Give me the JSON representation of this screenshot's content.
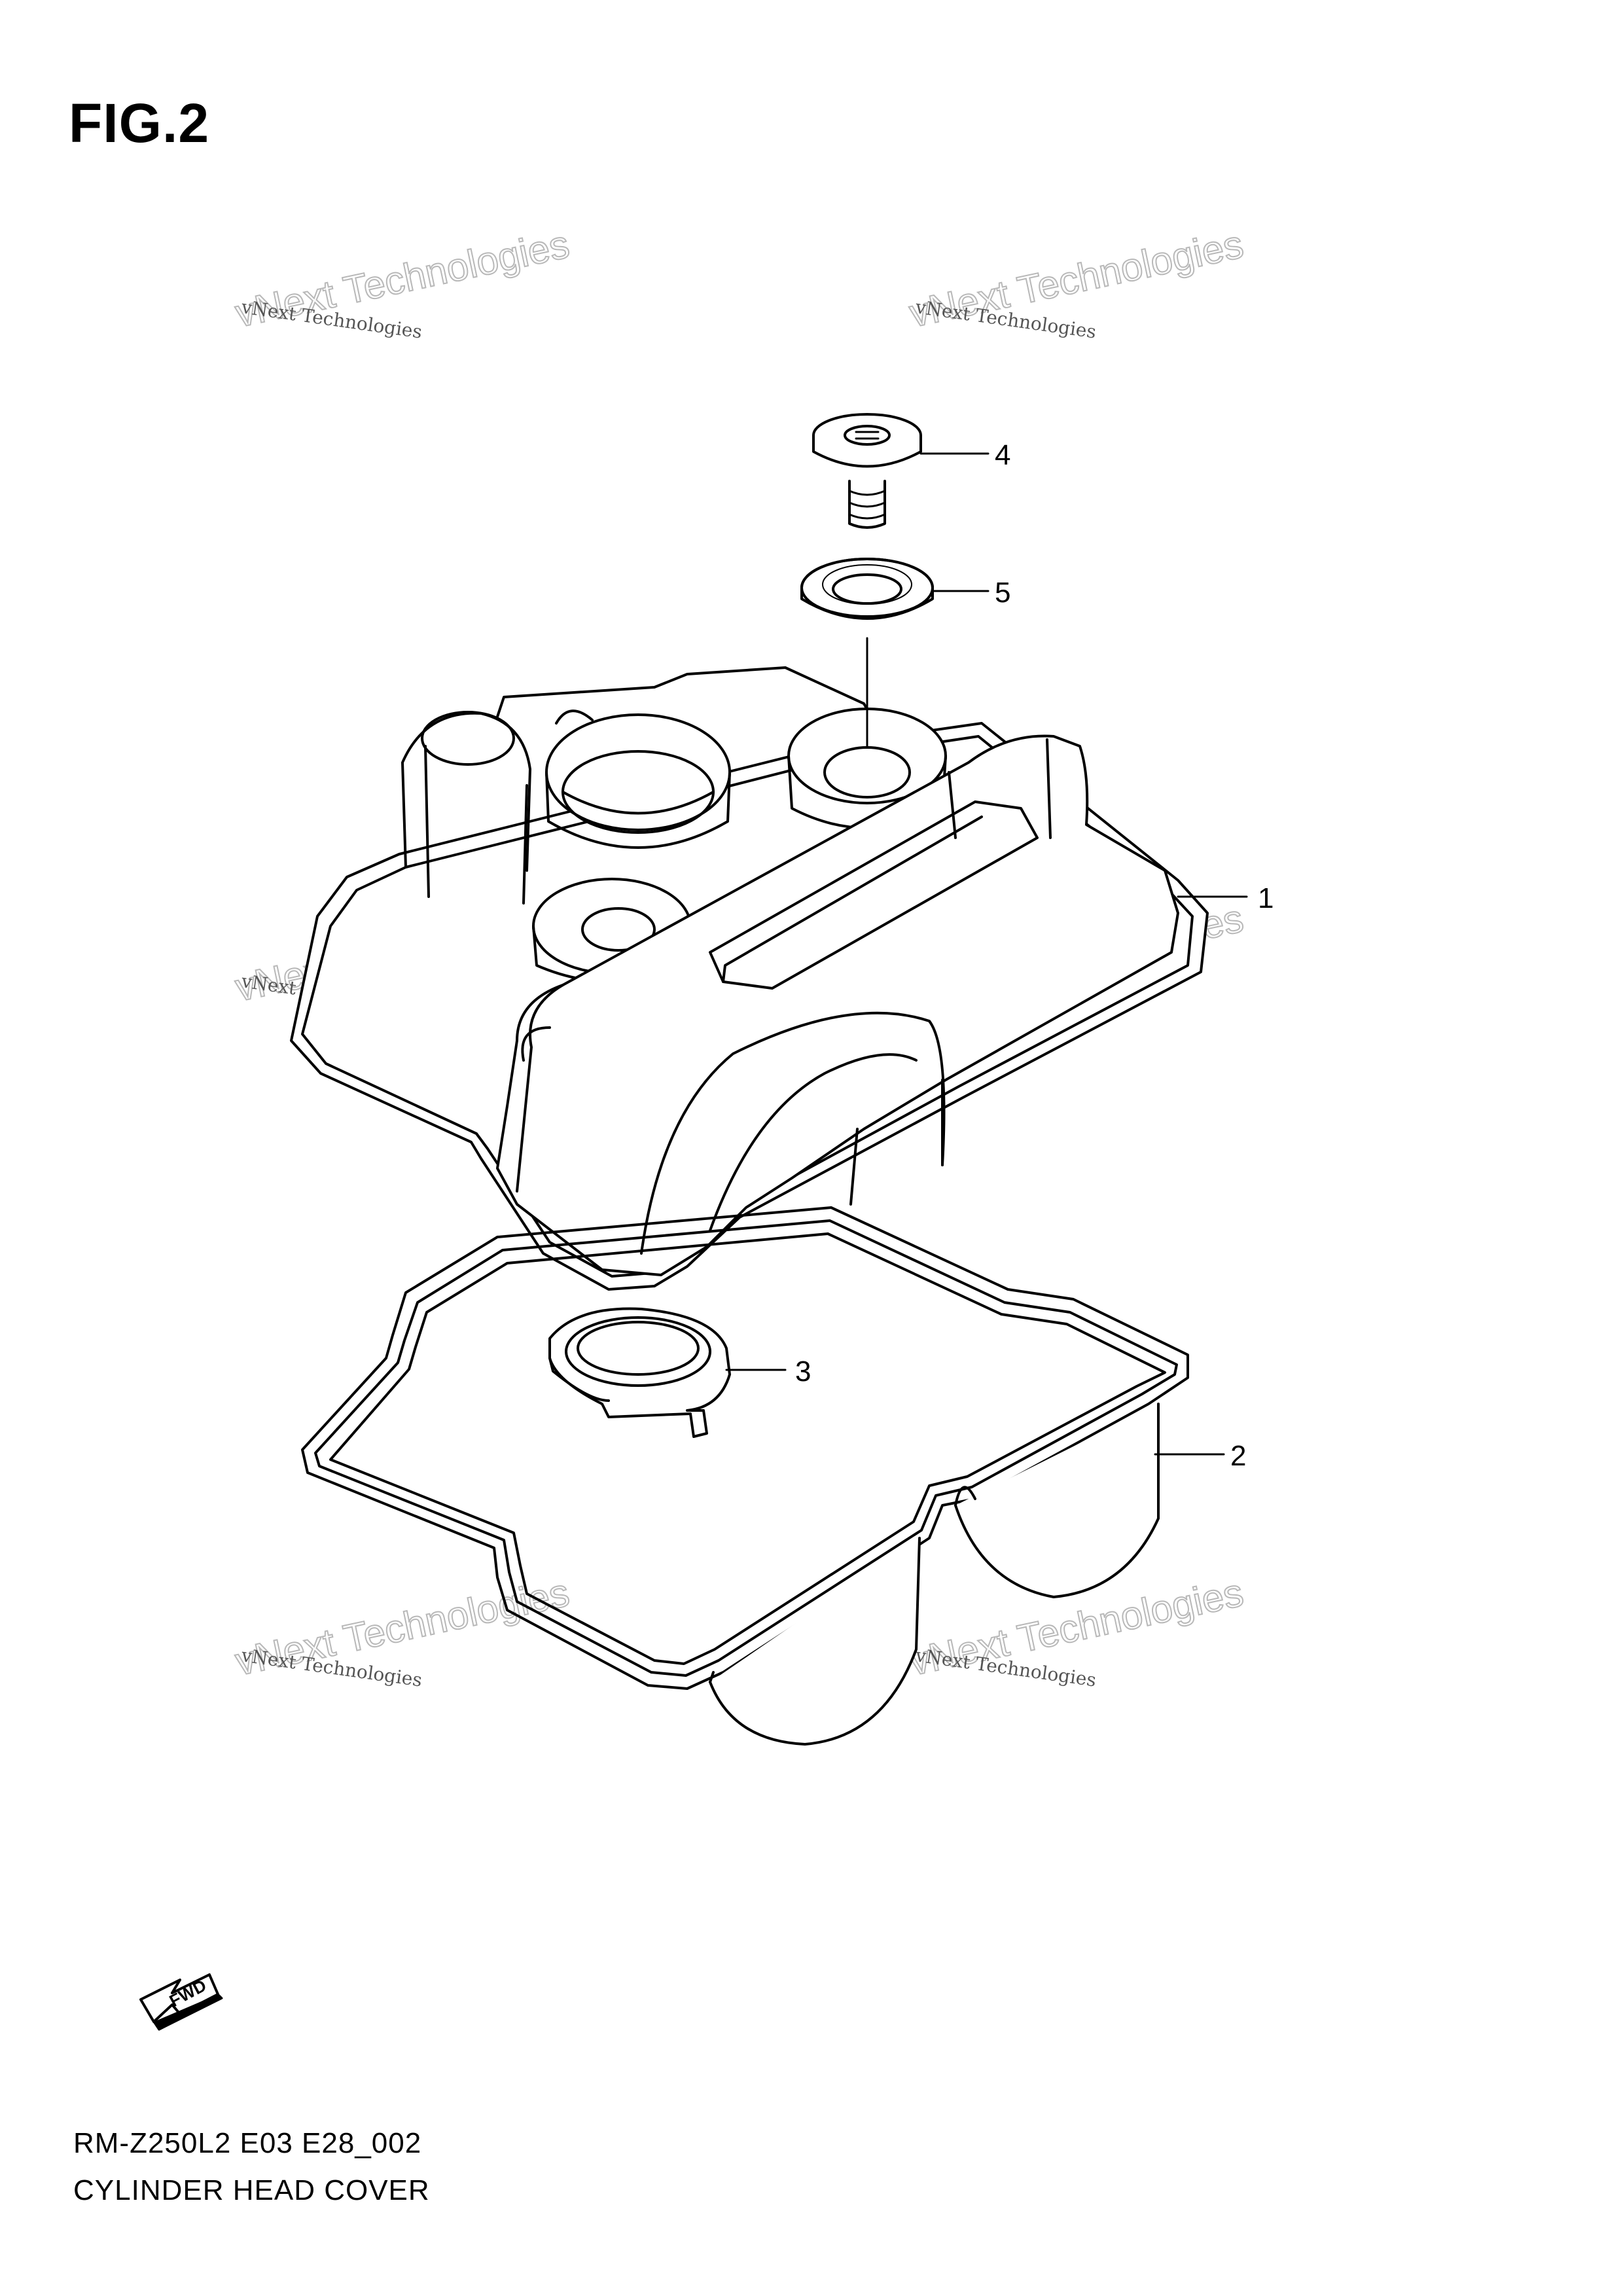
{
  "figure_title": "FIG.2",
  "fwd_label": "FWD",
  "callouts": [
    {
      "number": "1",
      "part": "cylinder-head-cover"
    },
    {
      "number": "2",
      "part": "head-cover-gasket"
    },
    {
      "number": "3",
      "part": "plug-hole-seal"
    },
    {
      "number": "4",
      "part": "cover-bolt"
    },
    {
      "number": "5",
      "part": "bolt-seal-washer"
    }
  ],
  "watermark": {
    "small": "vNext Technologies",
    "large": "vNext Technologies"
  },
  "footer": {
    "code": "RM-Z250L2 E03 E28_002",
    "description": "CYLINDER HEAD COVER"
  }
}
